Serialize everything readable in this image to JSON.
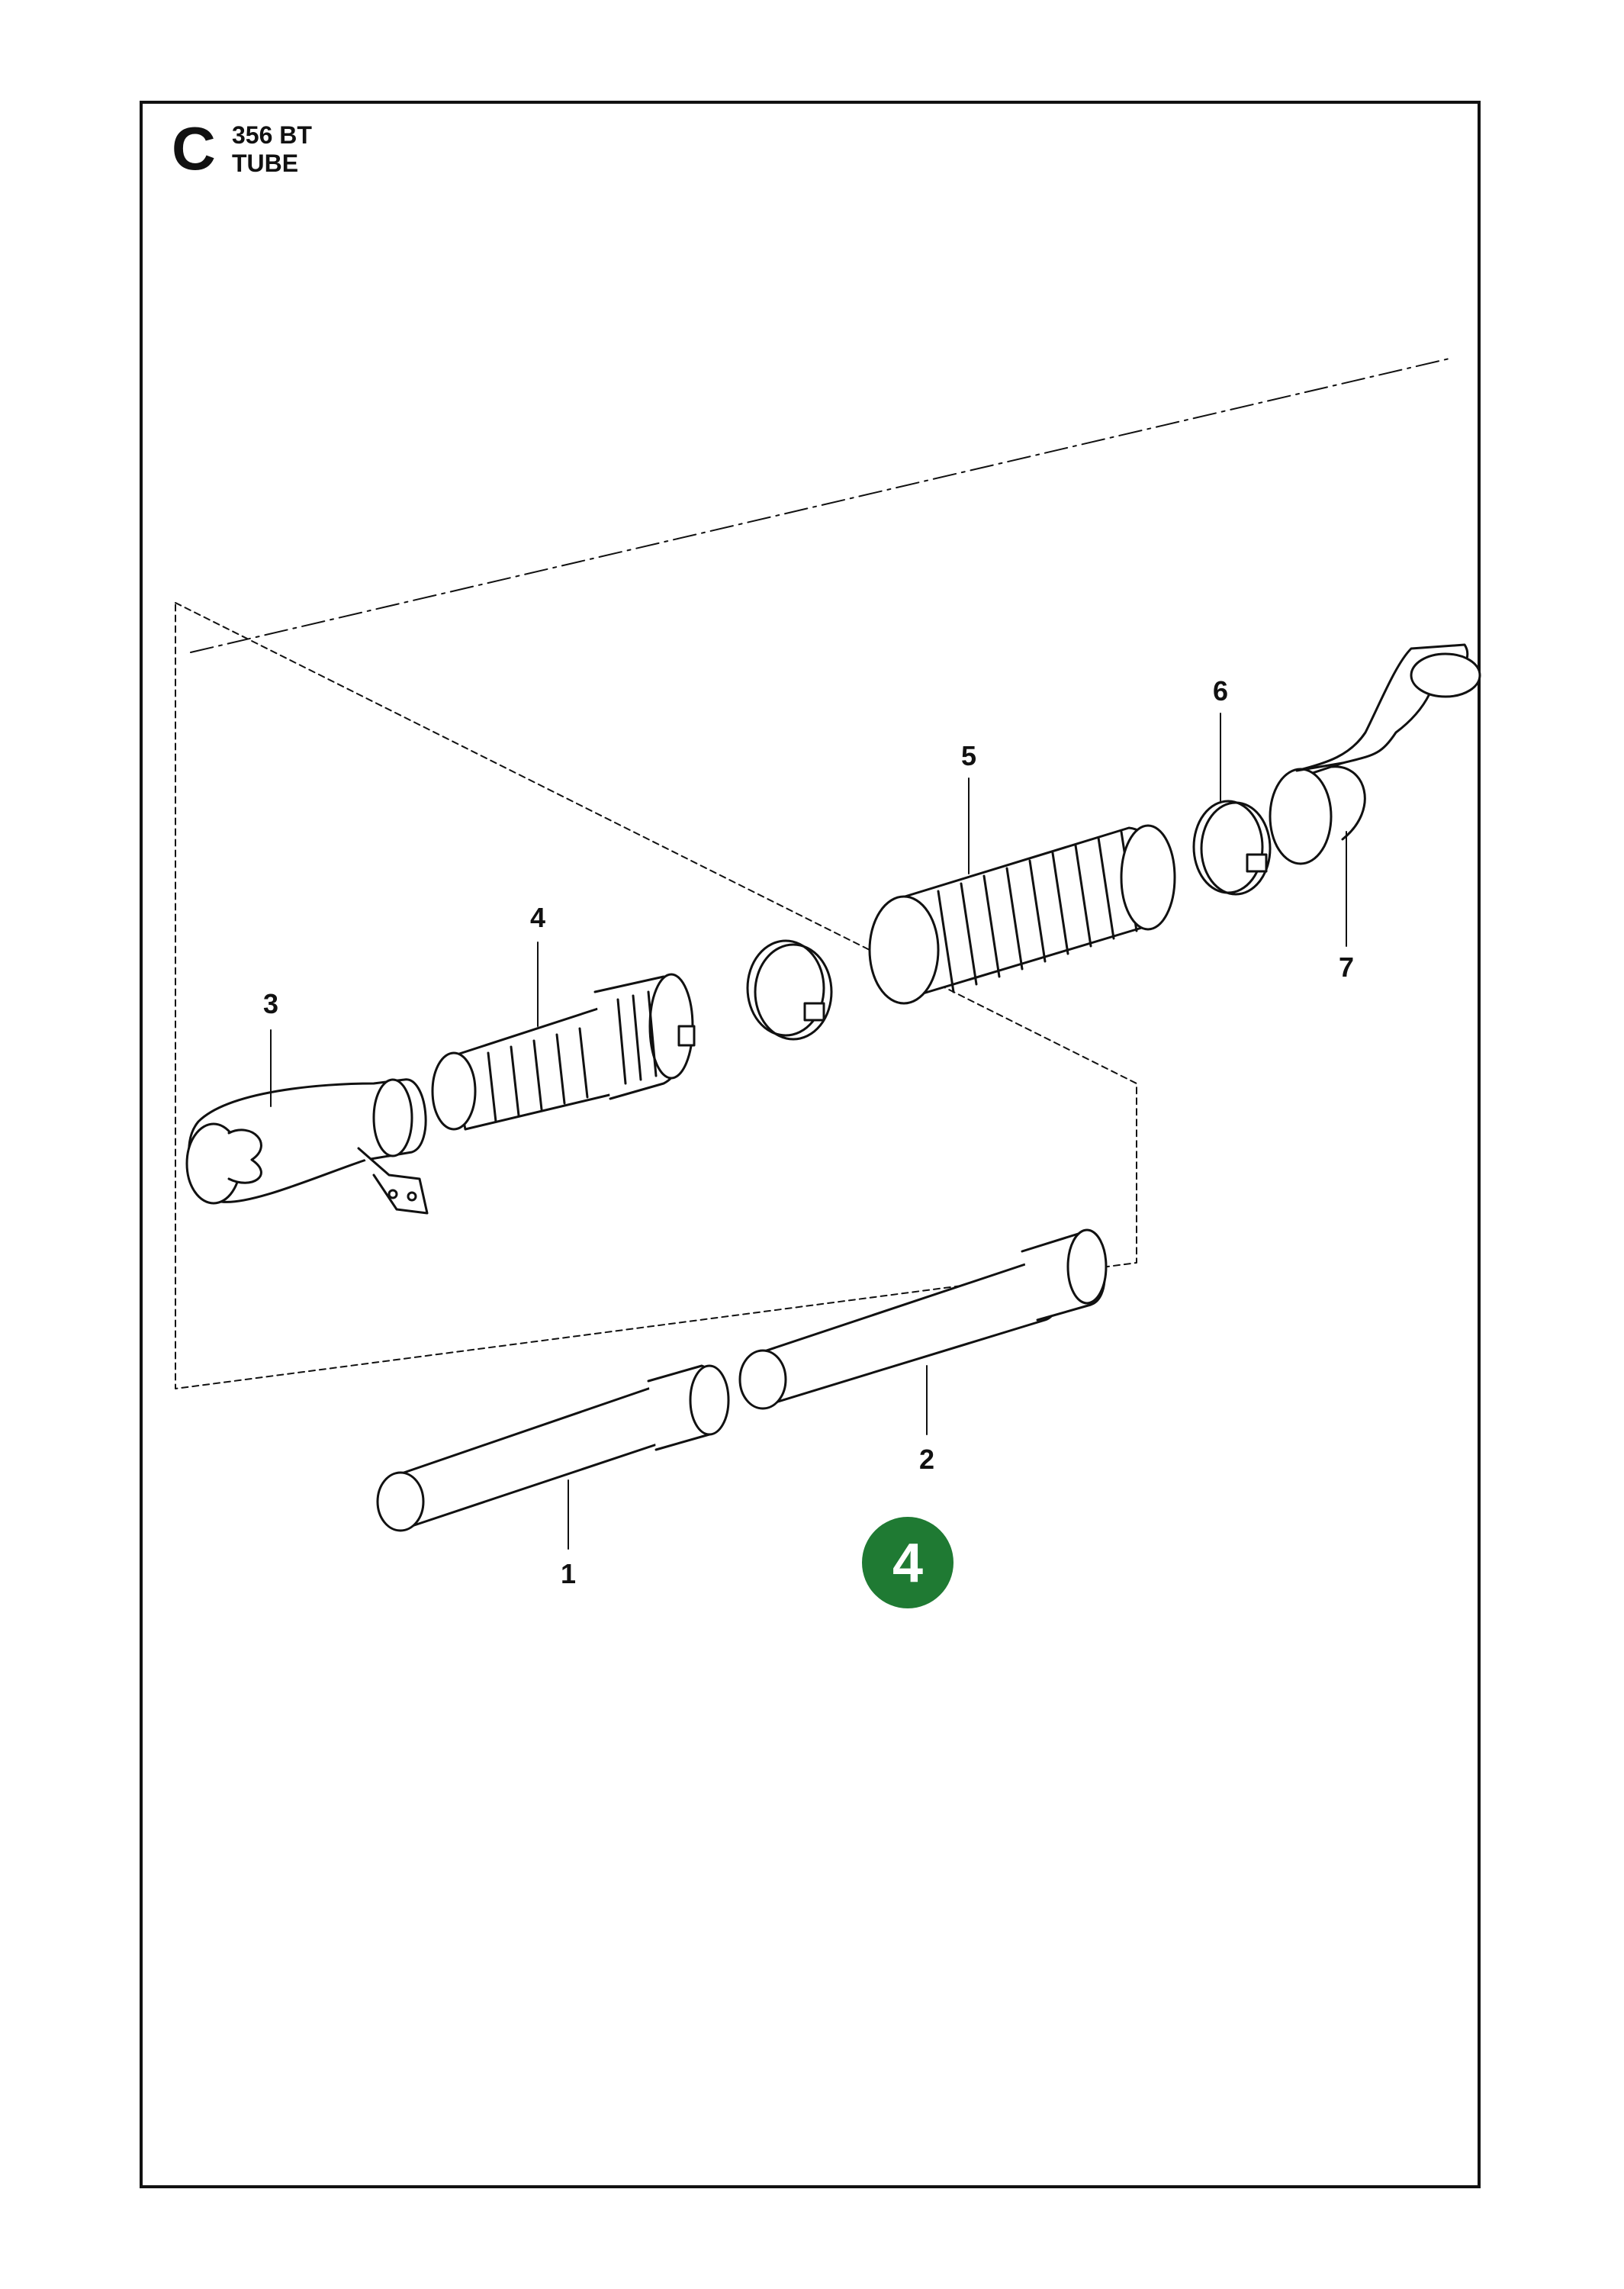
{
  "header": {
    "section_letter": "C",
    "model": "356 BT",
    "subtitle": "TUBE"
  },
  "parts": [
    {
      "number": "1",
      "name": "tube-1"
    },
    {
      "number": "2",
      "name": "tube-2"
    },
    {
      "number": "3",
      "name": "nozzle-3"
    },
    {
      "number": "4",
      "name": "ribbed-tube-4"
    },
    {
      "number": "5",
      "name": "flex-hose-5"
    },
    {
      "number": "6",
      "name": "hose-clamp-6"
    },
    {
      "number": "7",
      "name": "elbow-7"
    }
  ],
  "badge": {
    "label": "4",
    "color": "#1f7a33"
  },
  "colors": {
    "line": "#111111",
    "fill": "#ffffff",
    "badge": "#1f7a33"
  }
}
